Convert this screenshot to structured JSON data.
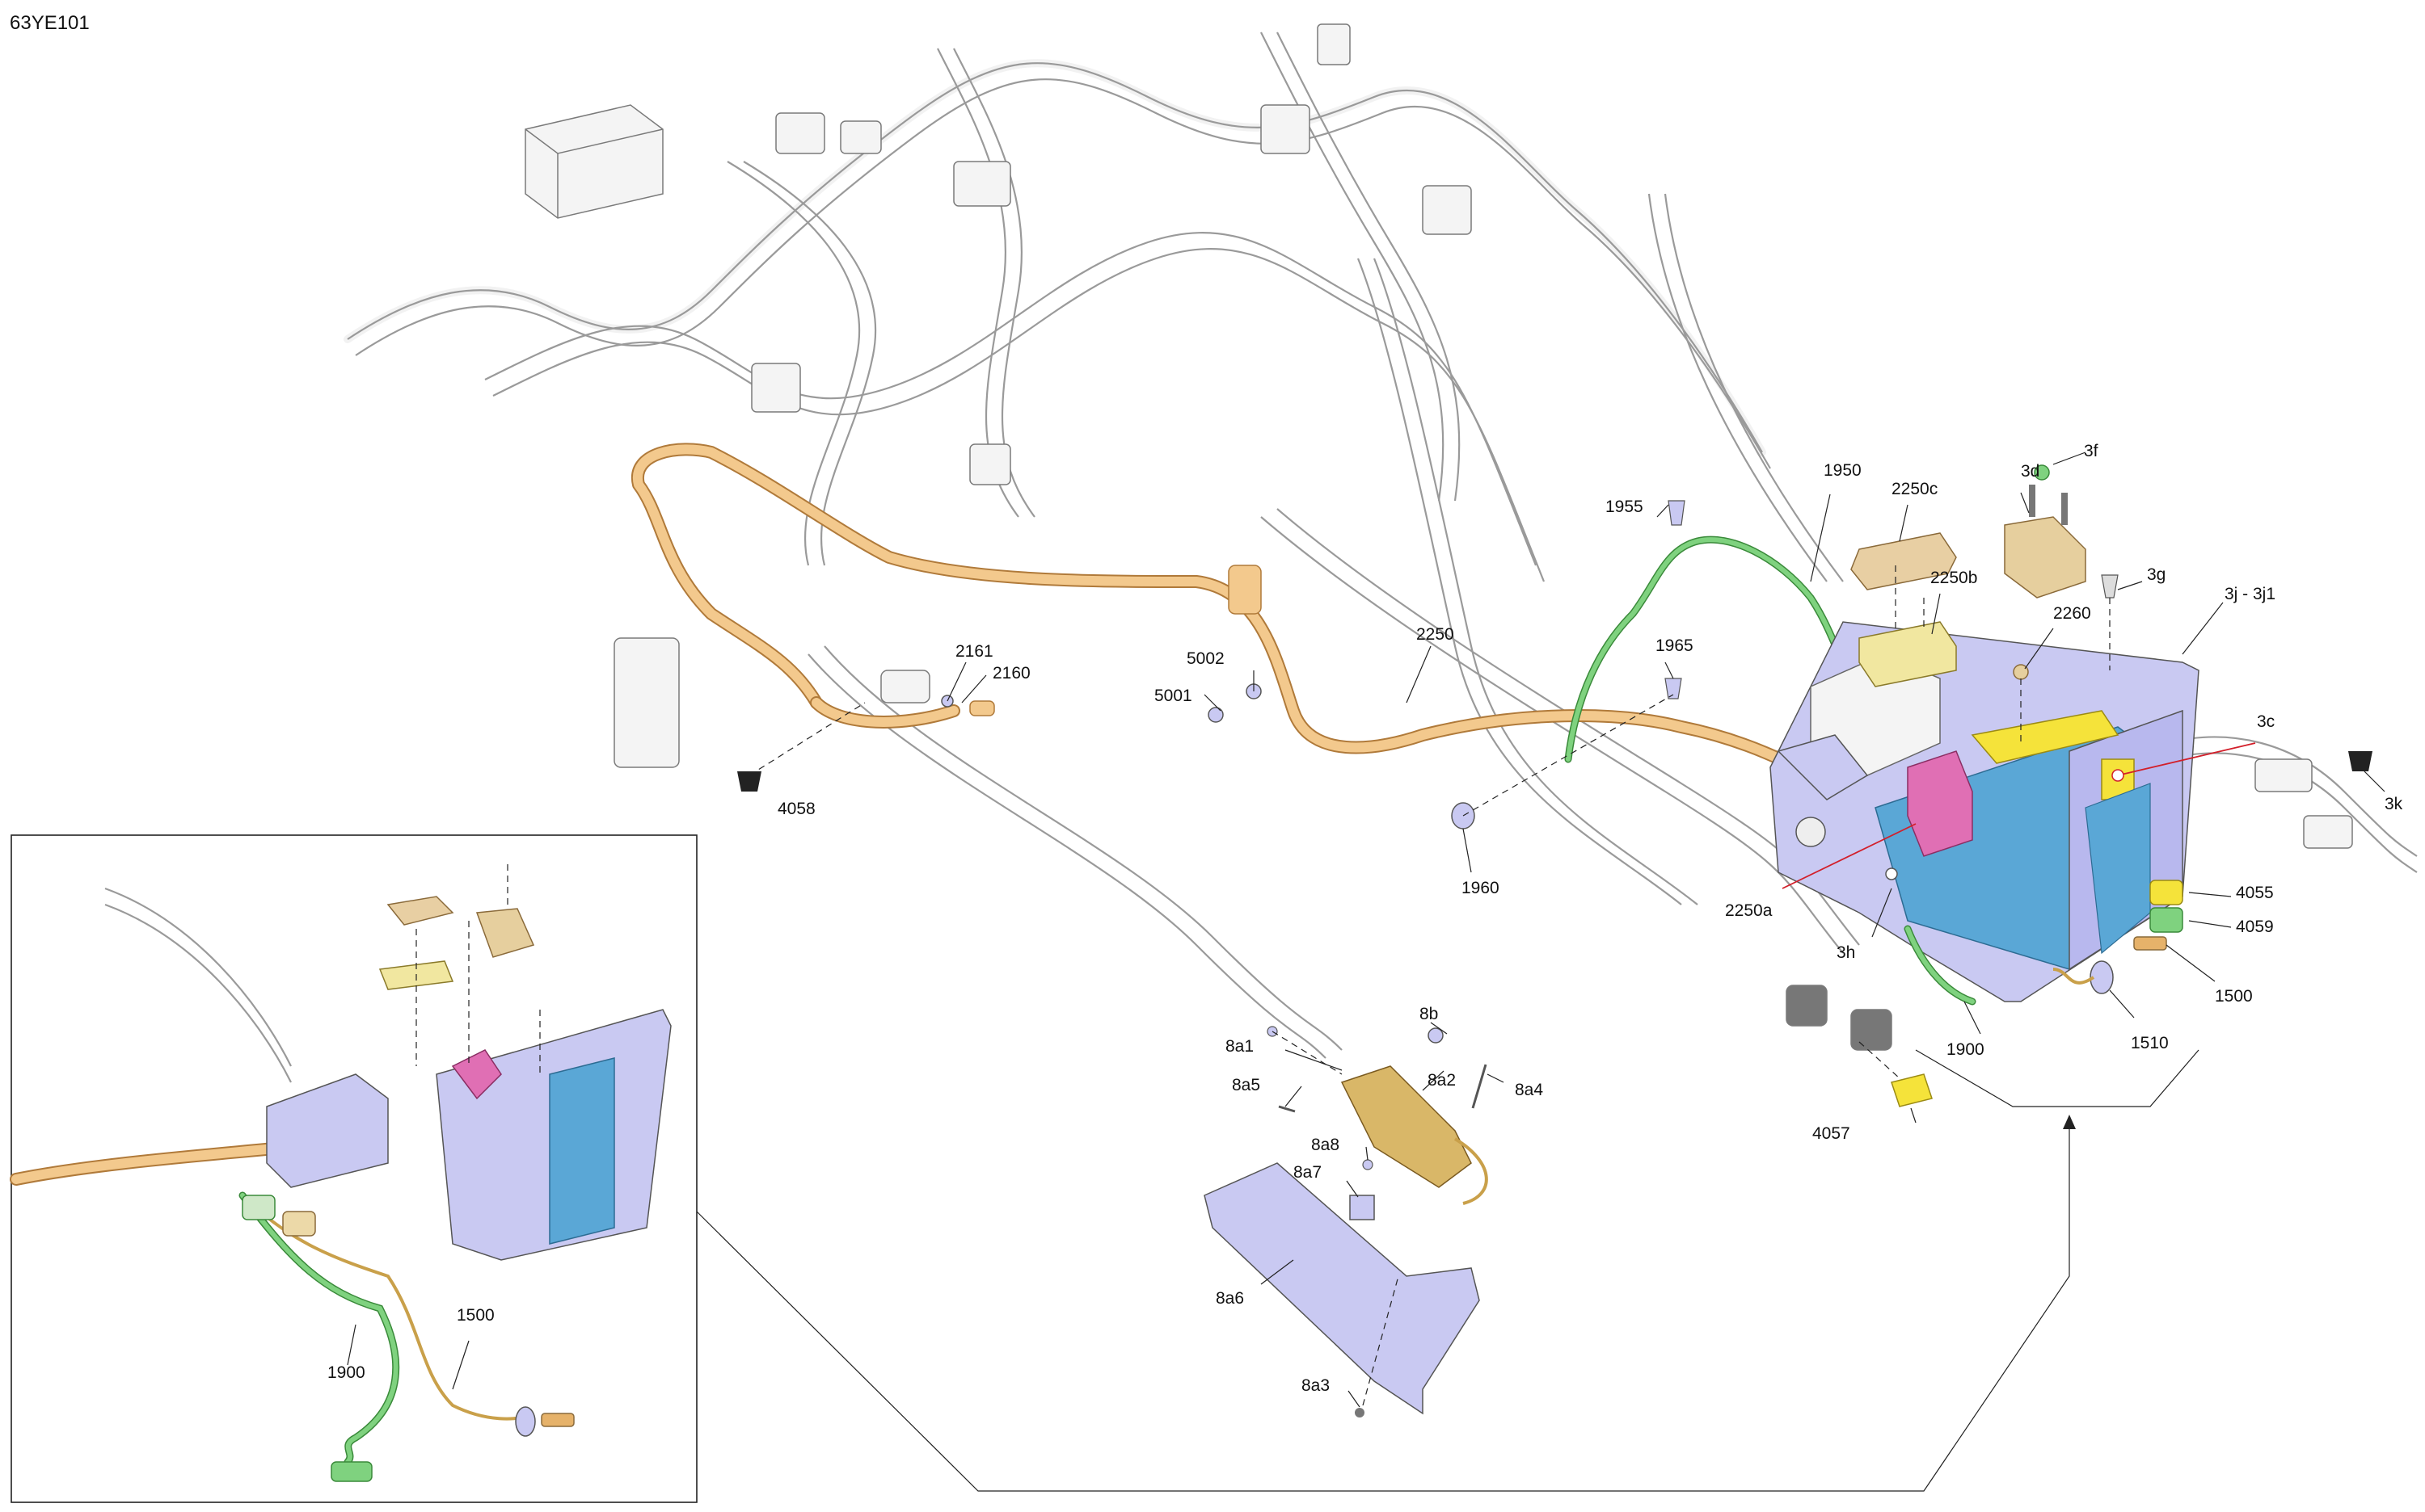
{
  "doc_code": "63YE101",
  "labels": {
    "l4058": "4058",
    "l2161": "2161",
    "l2160": "2160",
    "l5002": "5002",
    "l5001": "5001",
    "l2250": "2250",
    "l1955": "1955",
    "l1965": "1965",
    "l1960": "1960",
    "l1950": "1950",
    "l2250c": "2250c",
    "l2250b": "2250b",
    "l3d": "3d",
    "l3f": "3f",
    "l3g": "3g",
    "l2260": "2260",
    "l3j": "3j - 3j1",
    "l3c": "3c",
    "l3k": "3k",
    "l2250a": "2250a",
    "l3h": "3h",
    "l4055": "4055",
    "l4059": "4059",
    "l1500": "1500",
    "l1510": "1510",
    "l1900": "1900",
    "l4057": "4057",
    "l8b": "8b",
    "l8a1": "8a1",
    "l8a2": "8a2",
    "l8a4": "8a4",
    "l8a5": "8a5",
    "l8a8": "8a8",
    "l8a7": "8a7",
    "l8a6": "8a6",
    "l8a3": "8a3",
    "inset1900": "1900",
    "inset1500": "1500"
  },
  "colors": {
    "harness": "#f3c98d",
    "ground_wire": "#7fd27f",
    "battery_tray": "#c9c9f2",
    "battery_body": "#5aa7d6",
    "bracket": "#c9c9f2",
    "connector_pink": "#e06fb4",
    "connector_yellow": "#f5e33a",
    "relay_tan": "#e6cf9e",
    "cover_tan": "#e8cfa3",
    "lock_gold": "#d9b768"
  }
}
